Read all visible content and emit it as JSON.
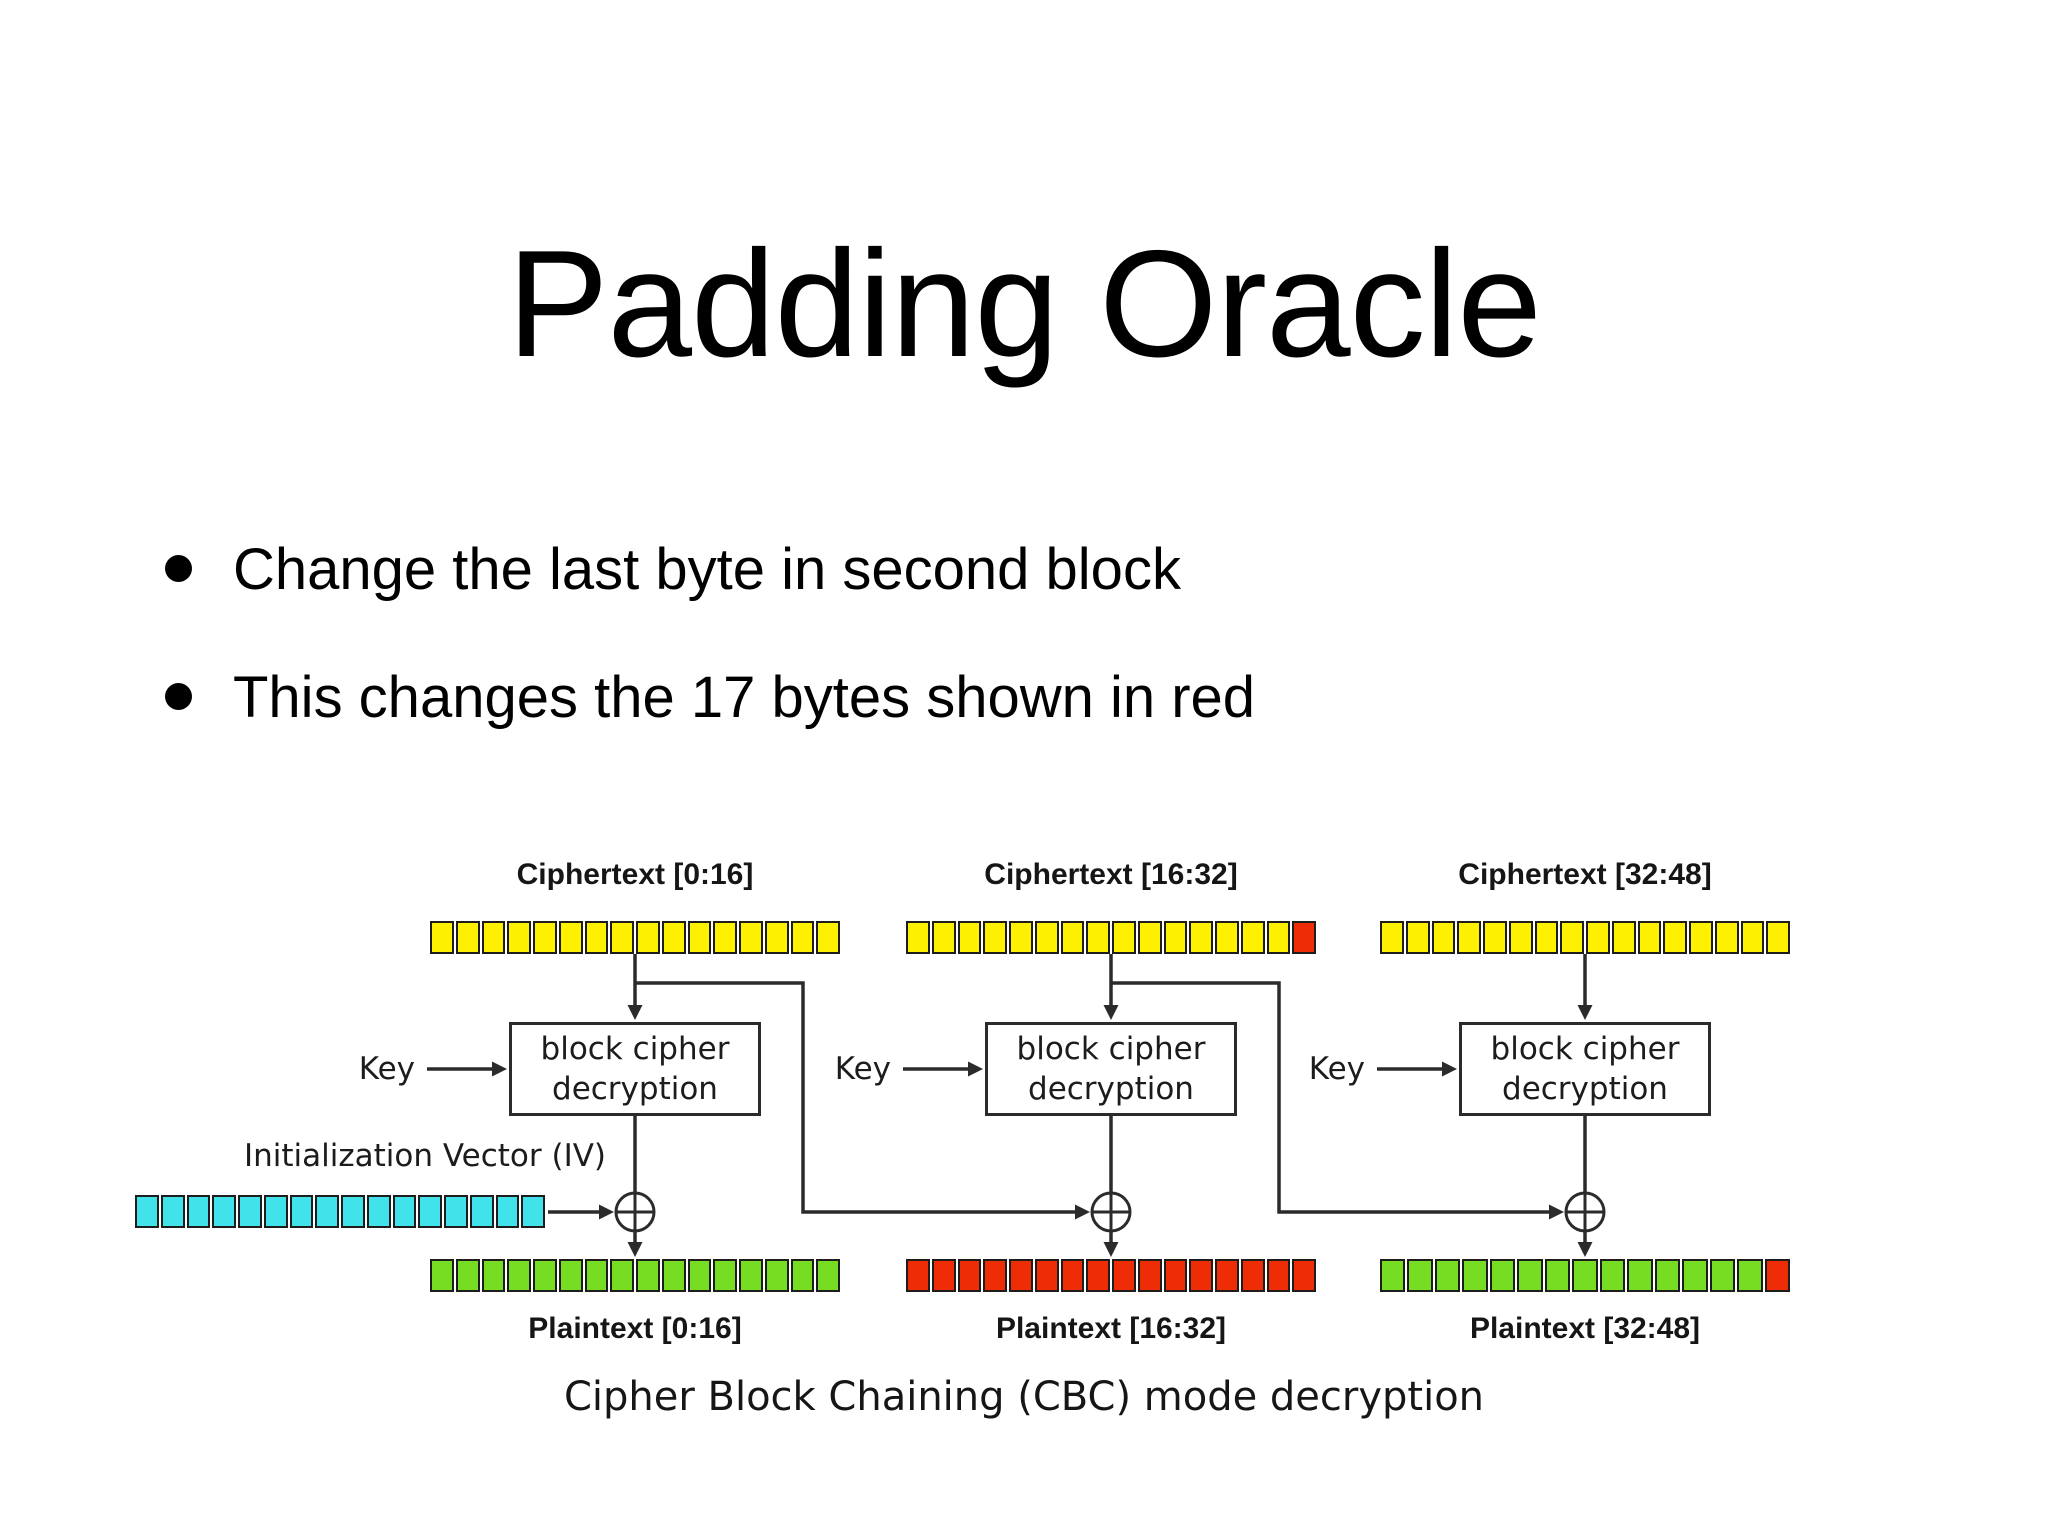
{
  "slide": {
    "title": "Padding Oracle",
    "bullets": [
      "Change the last byte in second block",
      "This changes the 17 bytes shown in red"
    ]
  },
  "diagram": {
    "caption": "Cipher Block Chaining (CBC) mode decryption",
    "key_label": "Key",
    "box_label_lines": [
      "block cipher",
      "decryption"
    ],
    "iv": {
      "label": "Initialization Vector (IV)",
      "cells": [
        "C",
        "C",
        "C",
        "C",
        "C",
        "C",
        "C",
        "C",
        "C",
        "C",
        "C",
        "C",
        "C",
        "C",
        "C",
        "C"
      ]
    },
    "units": [
      {
        "ciphertext_label": "Ciphertext [0:16]",
        "ciphertext_cells": [
          "Y",
          "Y",
          "Y",
          "Y",
          "Y",
          "Y",
          "Y",
          "Y",
          "Y",
          "Y",
          "Y",
          "Y",
          "Y",
          "Y",
          "Y",
          "Y"
        ],
        "plaintext_label": "Plaintext [0:16]",
        "plaintext_cells": [
          "G",
          "G",
          "G",
          "G",
          "G",
          "G",
          "G",
          "G",
          "G",
          "G",
          "G",
          "G",
          "G",
          "G",
          "G",
          "G"
        ]
      },
      {
        "ciphertext_label": "Ciphertext [16:32]",
        "ciphertext_cells": [
          "Y",
          "Y",
          "Y",
          "Y",
          "Y",
          "Y",
          "Y",
          "Y",
          "Y",
          "Y",
          "Y",
          "Y",
          "Y",
          "Y",
          "Y",
          "R"
        ],
        "plaintext_label": "Plaintext [16:32]",
        "plaintext_cells": [
          "R",
          "R",
          "R",
          "R",
          "R",
          "R",
          "R",
          "R",
          "R",
          "R",
          "R",
          "R",
          "R",
          "R",
          "R",
          "R"
        ]
      },
      {
        "ciphertext_label": "Ciphertext [32:48]",
        "ciphertext_cells": [
          "Y",
          "Y",
          "Y",
          "Y",
          "Y",
          "Y",
          "Y",
          "Y",
          "Y",
          "Y",
          "Y",
          "Y",
          "Y",
          "Y",
          "Y",
          "Y"
        ],
        "plaintext_label": "Plaintext [32:48]",
        "plaintext_cells": [
          "G",
          "G",
          "G",
          "G",
          "G",
          "G",
          "G",
          "G",
          "G",
          "G",
          "G",
          "G",
          "G",
          "G",
          "R"
        ]
      }
    ],
    "palette": {
      "Y": "#fdf000",
      "R": "#ee2c05",
      "G": "#77dd22",
      "C": "#41e2ea",
      "line": "#2b2b2b"
    }
  }
}
